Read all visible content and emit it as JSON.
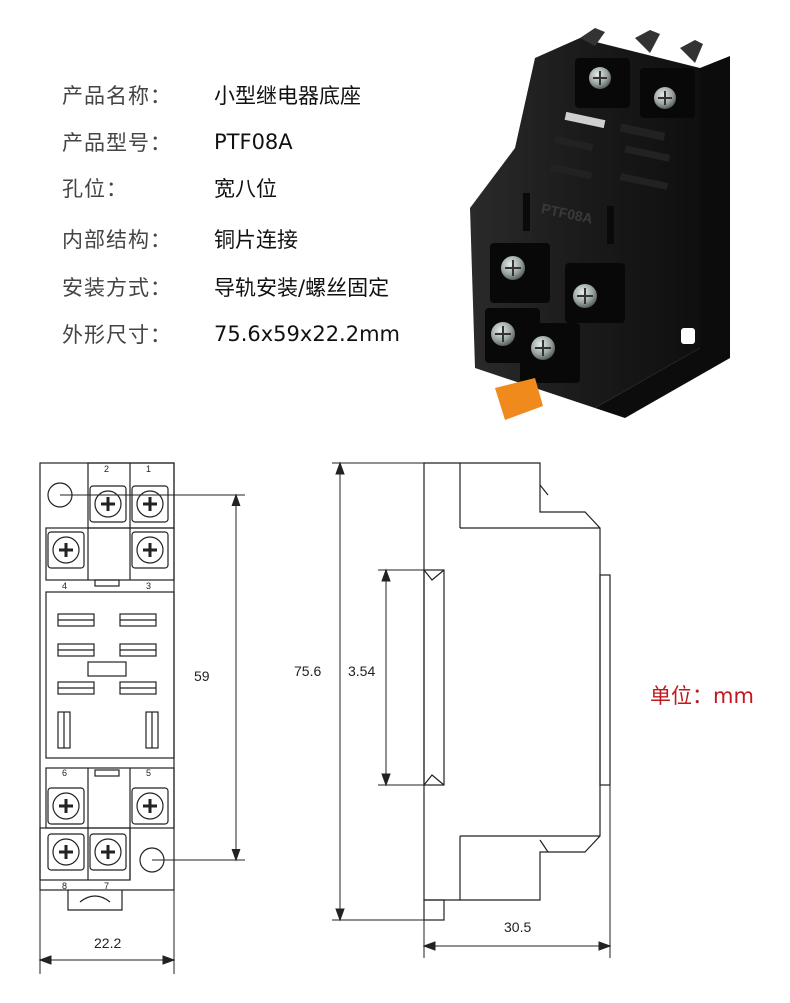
{
  "specs": [
    {
      "label": "产品名称：",
      "value": "小型继电器底座"
    },
    {
      "label": "产品型号：",
      "value": "PTF08A"
    },
    {
      "label": "孔位：",
      "value": "宽八位"
    },
    {
      "label": "内部结构：",
      "value": "铜片连接"
    },
    {
      "label": "安装方式：",
      "value": "导轨安装/螺丝固定"
    },
    {
      "label": "外形尺寸：",
      "value": "75.6x59x22.2mm"
    }
  ],
  "photo": {
    "model_marking": "PTF08A",
    "body_color": "#1c1c1c",
    "tab_color": "#f08a1c"
  },
  "drawing": {
    "front_pins": [
      "2",
      "1",
      "4",
      "3",
      "6",
      "5",
      "8",
      "7"
    ],
    "dim_height_holes": "59",
    "dim_width": "22.2",
    "dim_total_height": "75.6",
    "dim_rail": "3.54",
    "dim_depth": "30.5"
  },
  "unit": "单位：mm",
  "colors": {
    "unit_text": "#c0181d",
    "line": "#222222"
  }
}
